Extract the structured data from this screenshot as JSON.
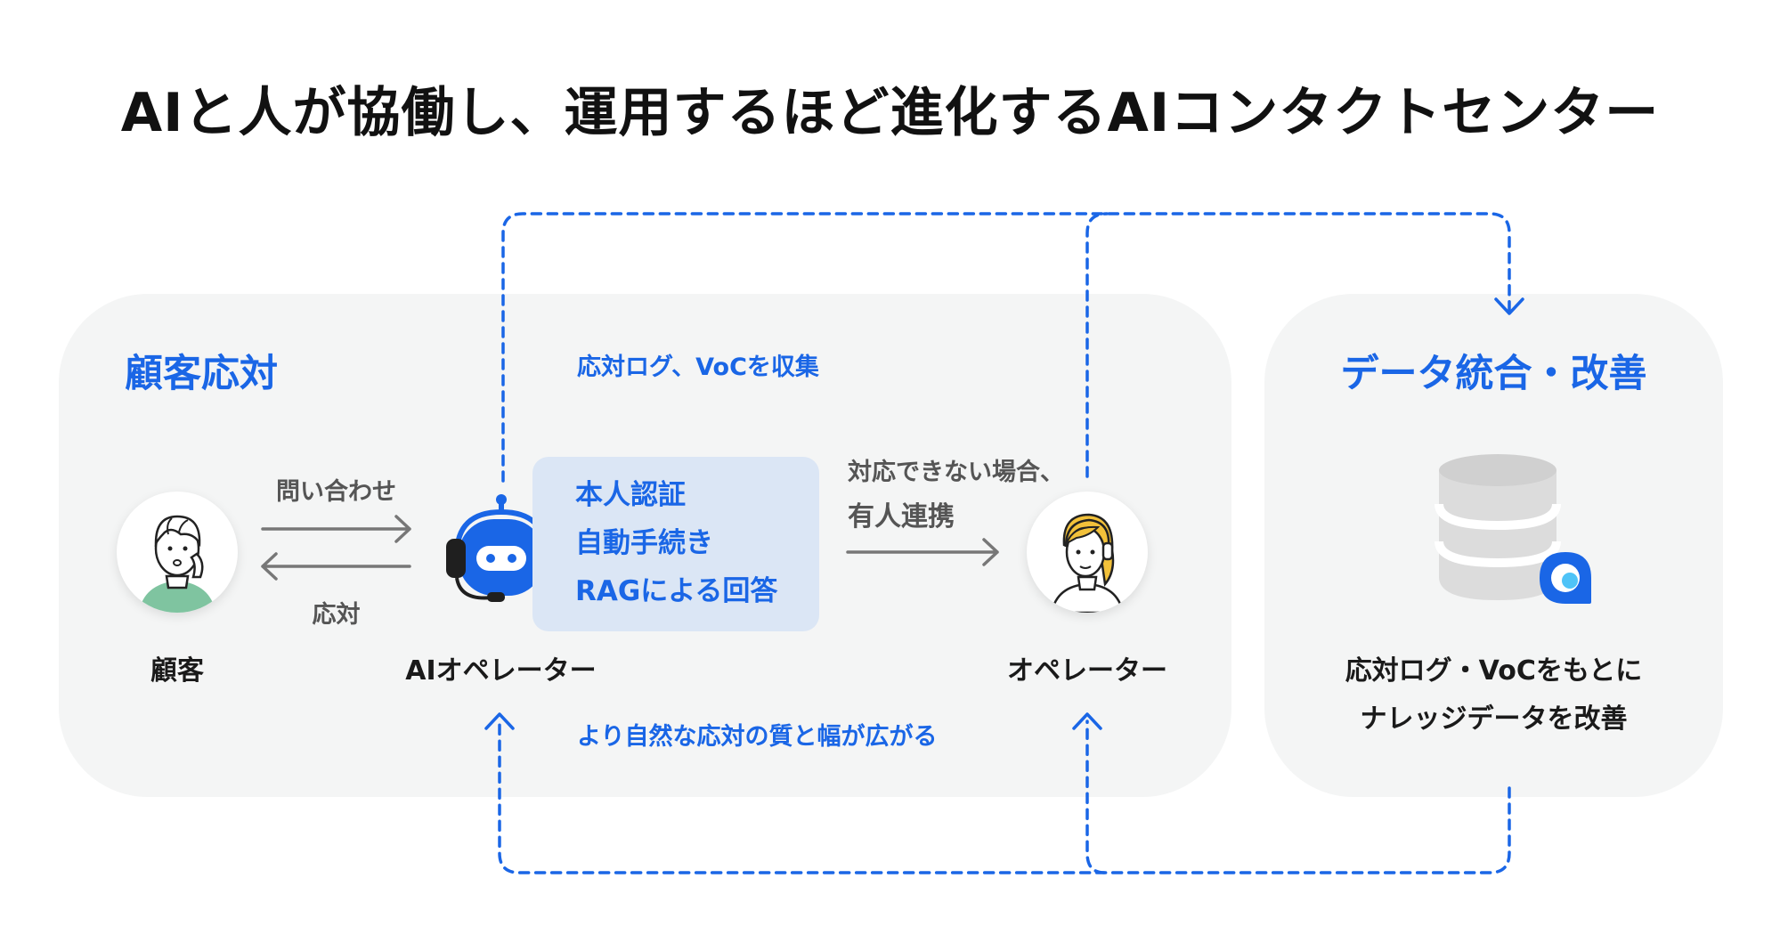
{
  "title": "AIと人が協働し、運用するほど進化するAIコンタクトセンター",
  "left_panel": {
    "heading": "顧客応対",
    "collect_label": "応対ログ、VoCを収集",
    "inquiry_label": "問い合わせ",
    "response_label": "応対",
    "customer_label": "顧客",
    "ai_operator_label": "AIオペレーター",
    "operator_label": "オペレーター",
    "escalation_line1": "対応できない場合、",
    "escalation_line2": "有人連携",
    "features": [
      "本人認証",
      "自動手続き",
      "RAGによる回答"
    ],
    "bottom_label": "より自然な応対の質と幅が広がる"
  },
  "right_panel": {
    "heading": "データ統合・改善",
    "caption_line1": "応対ログ・VoCをもとに",
    "caption_line2": "ナレッジデータを改善"
  },
  "colors": {
    "accent_blue": "#1a66e6",
    "panel_bg": "#f4f5f5",
    "feature_bg": "#dbe6f5",
    "arrow_gray": "#777777"
  },
  "icons": [
    "customer-avatar-icon",
    "ai-robot-icon",
    "operator-avatar-icon",
    "database-icon",
    "chat-bubble-icon"
  ]
}
